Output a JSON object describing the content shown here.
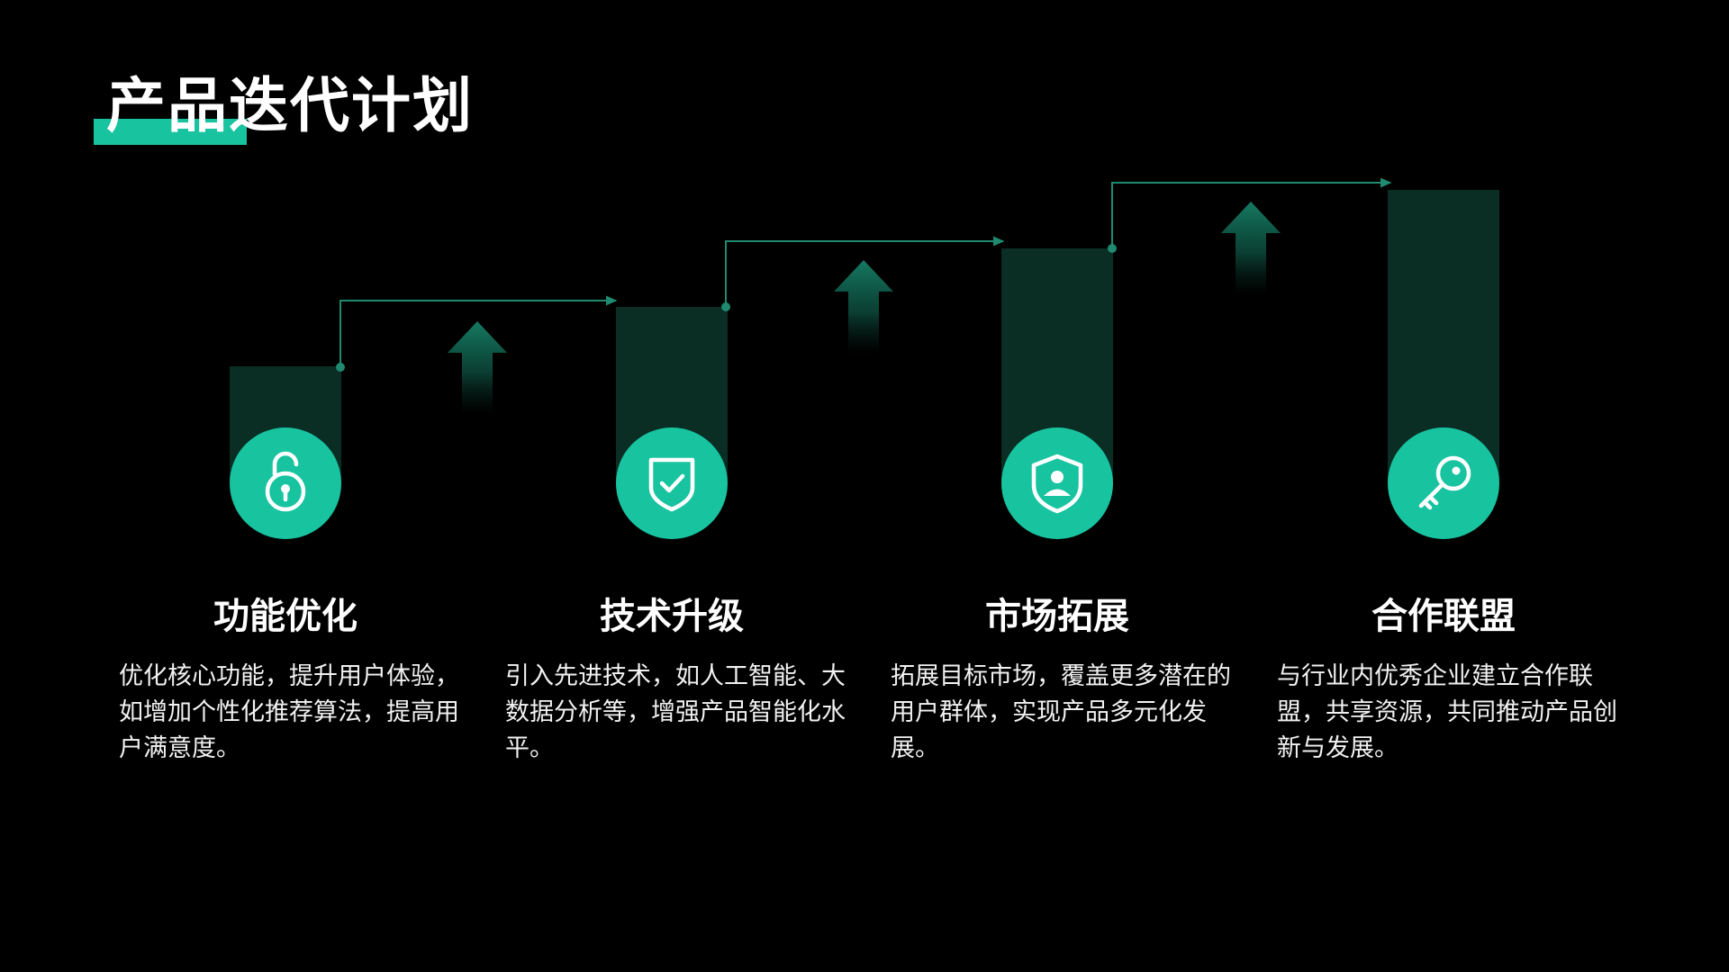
{
  "page": {
    "title": "产品迭代计划"
  },
  "colors": {
    "background": "#000000",
    "accent": "#18c3a0",
    "column": "#0a2d24",
    "connector": "#1f8a70",
    "text": "#ffffff"
  },
  "steps": [
    {
      "title": "功能优化",
      "description": "优化核心功能，提升用户体验，如增加个性化推荐算法，提高用户满意度。",
      "icon": "unlock-icon"
    },
    {
      "title": "技术升级",
      "description": "引入先进技术，如人工智能、大数据分析等，增强产品智能化水平。",
      "icon": "shield-check-icon"
    },
    {
      "title": "市场拓展",
      "description": "拓展目标市场，覆盖更多潜在的用户群体，实现产品多元化发展。",
      "icon": "shield-user-icon"
    },
    {
      "title": "合作联盟",
      "description": "与行业内优秀企业建立合作联盟，共享资源，共同推动产品创新与发展。",
      "icon": "key-icon"
    }
  ]
}
